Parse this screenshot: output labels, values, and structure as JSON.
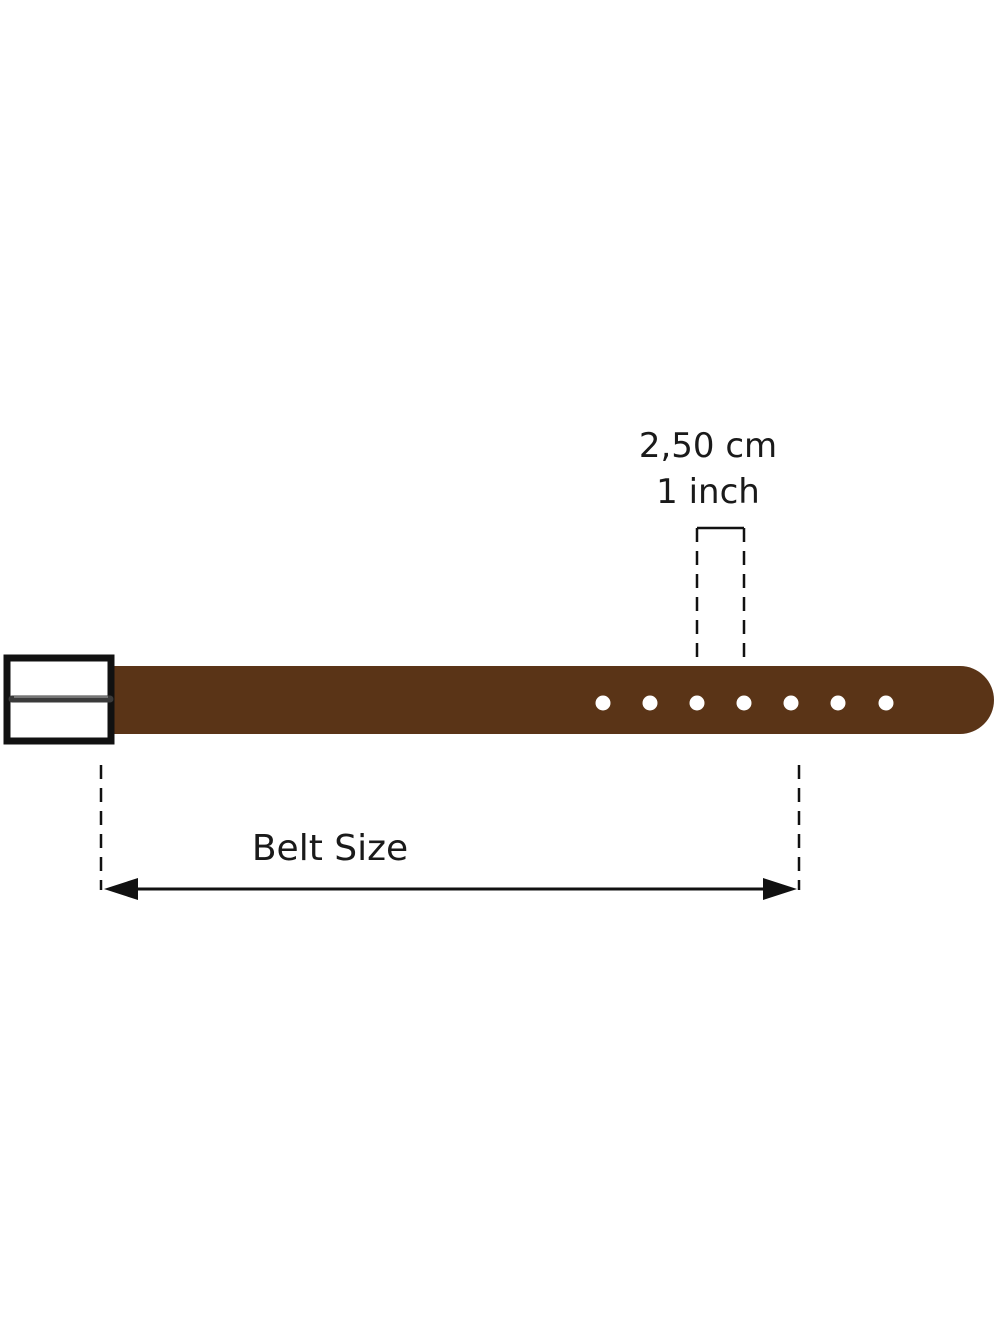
{
  "spacing_label": {
    "metric": "2,50 cm",
    "imperial": "1 inch"
  },
  "measure_label": "Belt Size",
  "belt": {
    "strap_color": "#5a3417",
    "buckle_color": "#111111",
    "prong_color": "#3a3a3a",
    "hole_color": "#ffffff",
    "hole_count": 7
  },
  "line_color": "#111111"
}
